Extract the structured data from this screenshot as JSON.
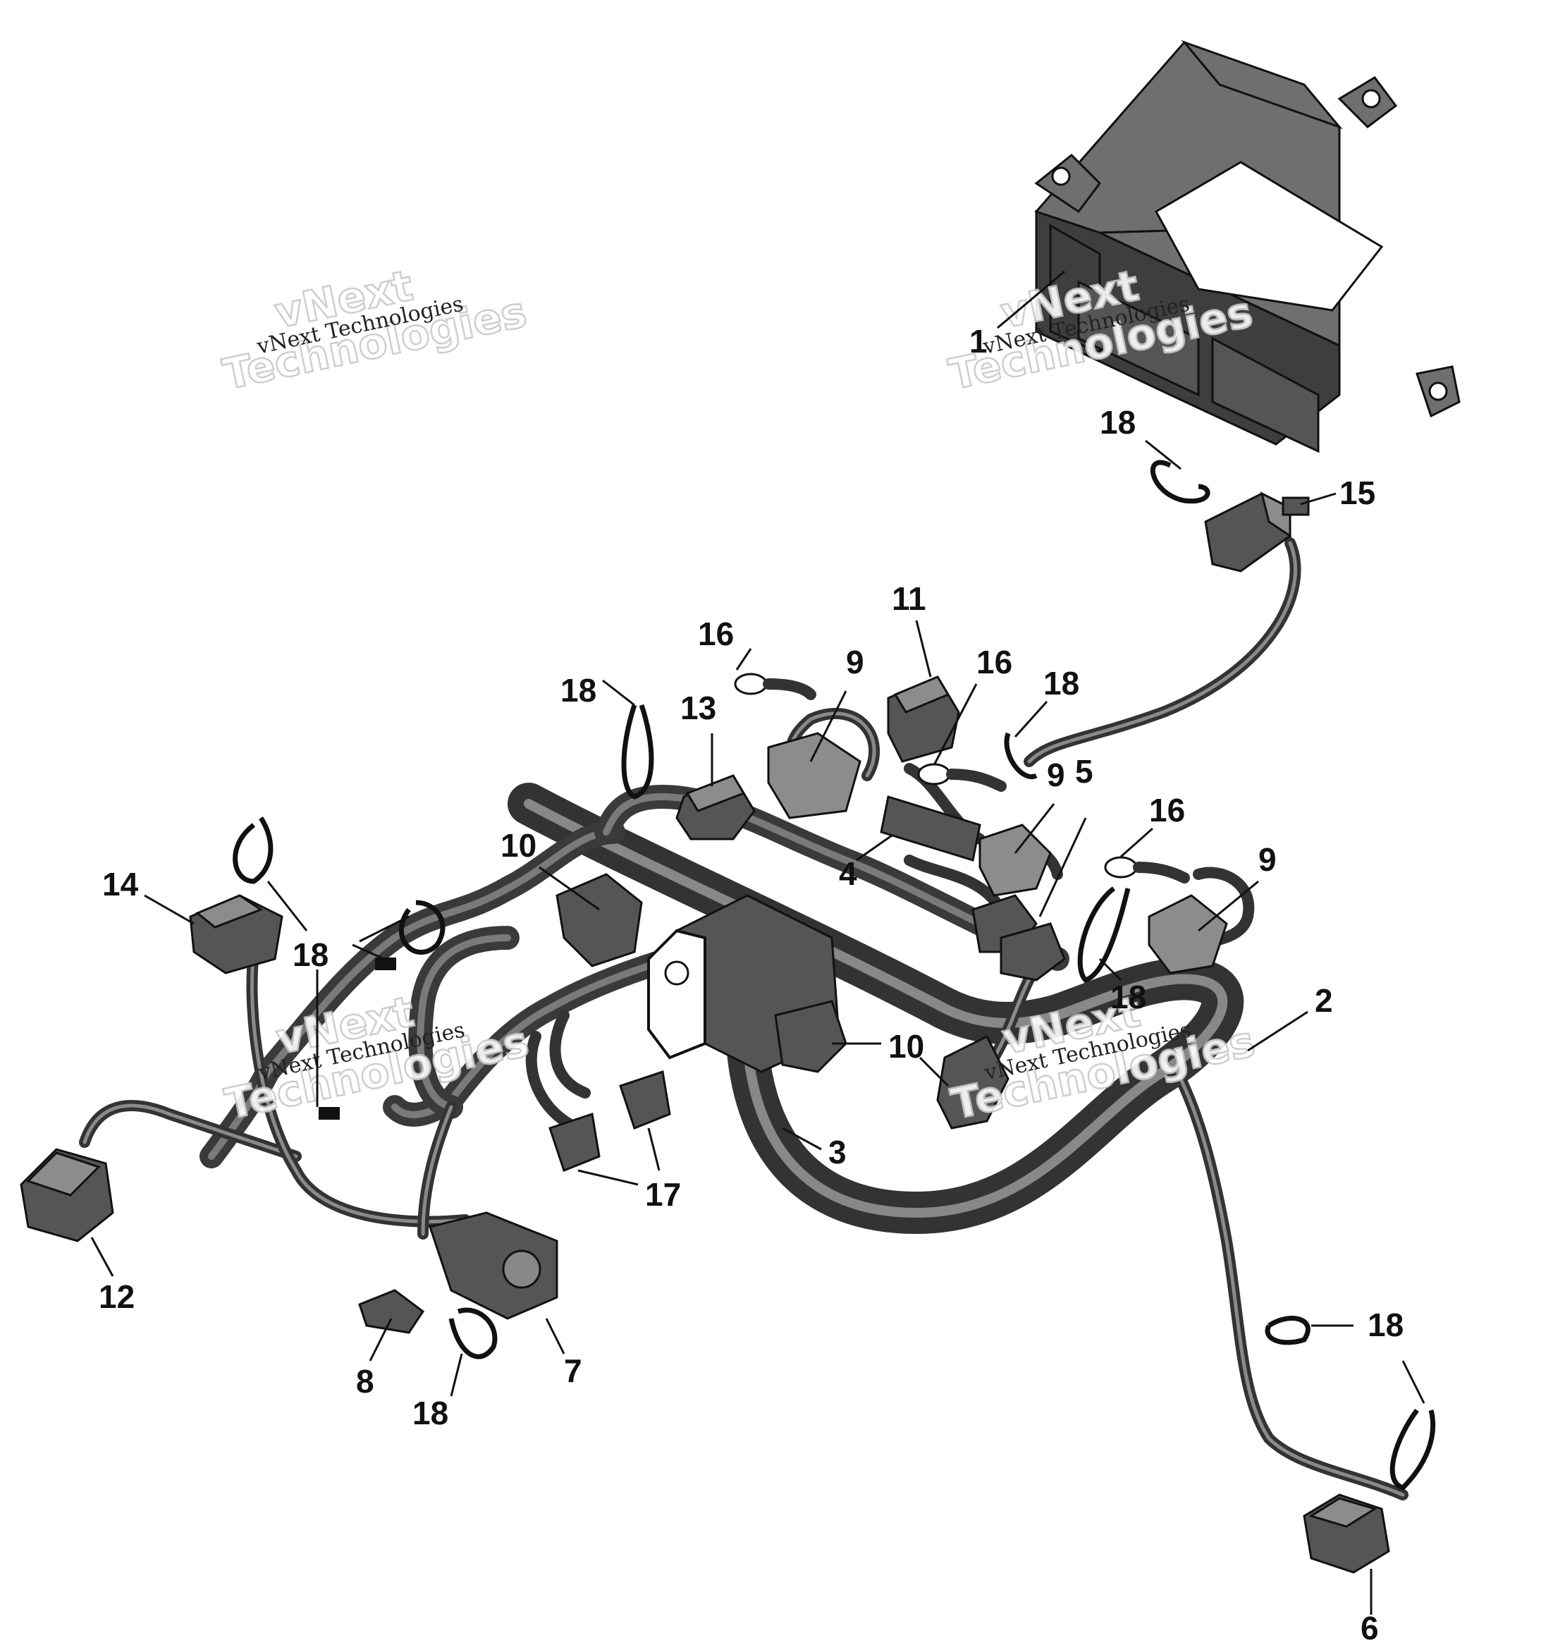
{
  "watermark": {
    "line1": "vNext",
    "line2": "Technologies",
    "caption": "vNext Technologies"
  },
  "callouts": {
    "c1": "1",
    "c2": "2",
    "c3": "3",
    "c4": "4",
    "c5": "5",
    "c6": "6",
    "c7": "7",
    "c8": "8",
    "c9a": "9",
    "c9b": "9",
    "c9c": "9",
    "c10a": "10",
    "c10b": "10",
    "c11": "11",
    "c12": "12",
    "c13": "13",
    "c14": "14",
    "c15": "15",
    "c16a": "16",
    "c16b": "16",
    "c16c": "16",
    "c17": "17",
    "c18a": "18",
    "c18b": "18",
    "c18c": "18",
    "c18d": "18",
    "c18e": "18",
    "c18f": "18",
    "c18g": "18"
  }
}
